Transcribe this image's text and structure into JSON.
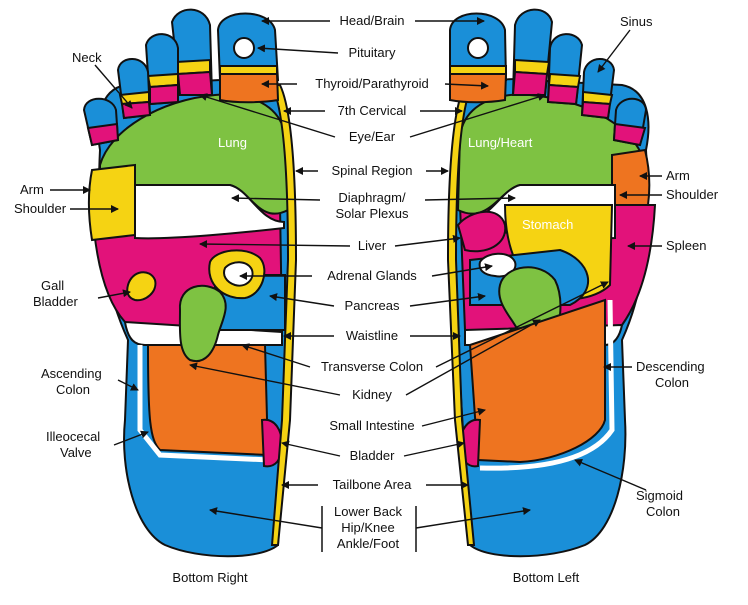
{
  "colors": {
    "blue": "#1a8fd8",
    "magenta": "#e2127a",
    "green": "#7ec242",
    "yellow": "#f5d313",
    "orange": "#ee7420",
    "outline": "#111111",
    "background": "#ffffff"
  },
  "feet": {
    "right_caption": "Bottom Right",
    "left_caption": "Bottom Left"
  },
  "zones": {
    "lung": "Lung",
    "lung_heart": "Lung/Heart",
    "stomach": "Stomach"
  },
  "center_labels": {
    "head_brain": "Head/Brain",
    "pituitary": "Pituitary",
    "thyroid": "Thyroid/Parathyroid",
    "cervical": "7th Cervical",
    "eye_ear": "Eye/Ear",
    "spinal_region": "Spinal Region",
    "diaphragm_1": "Diaphragm/",
    "diaphragm_2": "Solar Plexus",
    "liver": "Liver",
    "adrenal": "Adrenal Glands",
    "pancreas": "Pancreas",
    "waistline": "Waistline",
    "transverse_colon": "Transverse Colon",
    "kidney": "Kidney",
    "small_intestine": "Small Intestine",
    "bladder": "Bladder",
    "tailbone": "Tailbone Area",
    "lower_back": "Lower Back",
    "hip_knee": "Hip/Knee",
    "ankle_foot": "Ankle/Foot"
  },
  "side_labels": {
    "neck": "Neck",
    "arm_left": "Arm",
    "shoulder_left": "Shoulder",
    "gall_1": "Gall",
    "gall_2": "Bladder",
    "ascending_1": "Ascending",
    "ascending_2": "Colon",
    "ileo_1": "Illeocecal",
    "ileo_2": "Valve",
    "sinus": "Sinus",
    "arm_right": "Arm",
    "shoulder_right": "Shoulder",
    "spleen": "Spleen",
    "descending_1": "Descending",
    "descending_2": "Colon",
    "sigmoid_1": "Sigmoid",
    "sigmoid_2": "Colon"
  }
}
